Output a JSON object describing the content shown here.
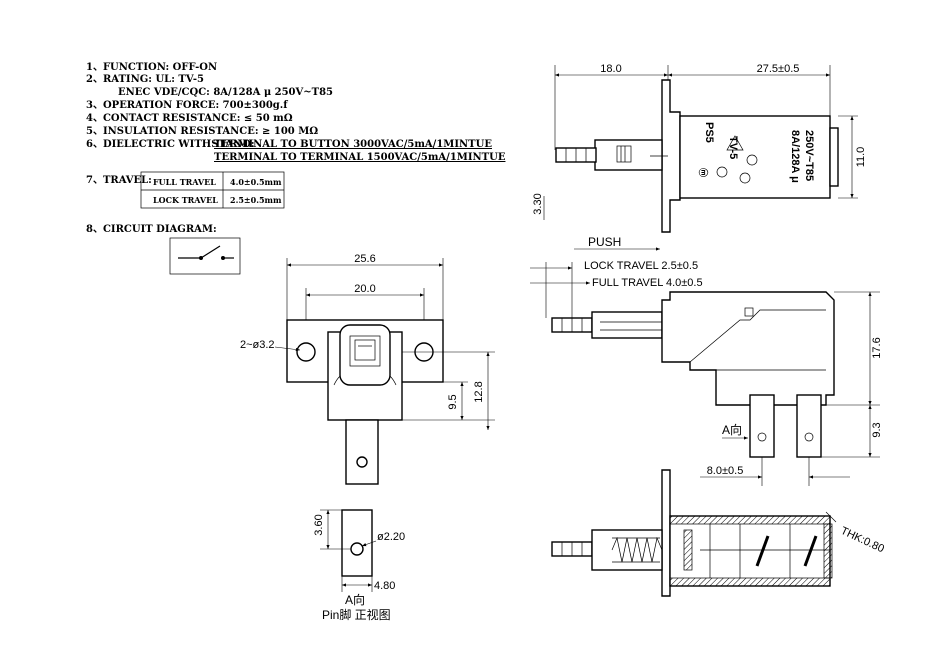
{
  "specs": {
    "function": "1、FUNCTION:   OFF-ON",
    "rating": "2、RATING:   UL:   TV-5",
    "rating_enec": "ENEC VDE/CQC:   8A/128A  μ 250V~T85",
    "operation_force": "3、OPERATION FORCE: 700±300g.f",
    "contact_resistance": "4、CONTACT RESISTANCE: ≤ 50 mΩ",
    "insulation_resistance": "5、INSULATION RESISTANCE: ≥ 100 MΩ",
    "dielectric_label": "6、DIELECTRIC WITHSTAND:",
    "dielectric_1": "TERMINAL TO BUTTON 3000VAC/5mA/1MINTUE",
    "dielectric_2": "TERMINAL TO TERMINAL 1500VAC/5mA/1MINTUE",
    "travel_label": "7、TRAVEL:",
    "travel_table": [
      {
        "name": "FULL TRAVEL",
        "value": "4.0±0.5mm"
      },
      {
        "name": "LOCK TRAVEL",
        "value": "2.5±0.5mm"
      }
    ],
    "circuit_label": "8、CIRCUIT DIAGRAM:"
  },
  "top_view": {
    "dim_left": "18.0",
    "dim_right": "27.5±0.5",
    "dim_height": "11.0",
    "dim_plate": "3.30",
    "markings": [
      "PS5",
      "TV-5",
      "8A/128A μ",
      "250V~T85"
    ]
  },
  "front_view": {
    "dim_width": "25.6",
    "dim_holes": "20.0",
    "dim_hole_dia": "2~ø3.2",
    "dim_9_5": "9.5",
    "dim_12_8": "12.8"
  },
  "pin_view": {
    "dim_3_60": "3.60",
    "dim_hole": "ø2.20",
    "dim_width": "4.80",
    "arrow_label": "A向",
    "caption": "Pin脚 正视图"
  },
  "side_view": {
    "push_label": "PUSH",
    "lock_travel": "LOCK TRAVEL 2.5±0.5",
    "full_travel": "FULL TRAVEL 4.0±0.5",
    "dim_height": "17.6",
    "dim_9_3": "9.3",
    "dim_pitch": "8.0±0.5",
    "arrow_label": "A向"
  },
  "section_view": {
    "thickness": "THK:0.80"
  }
}
